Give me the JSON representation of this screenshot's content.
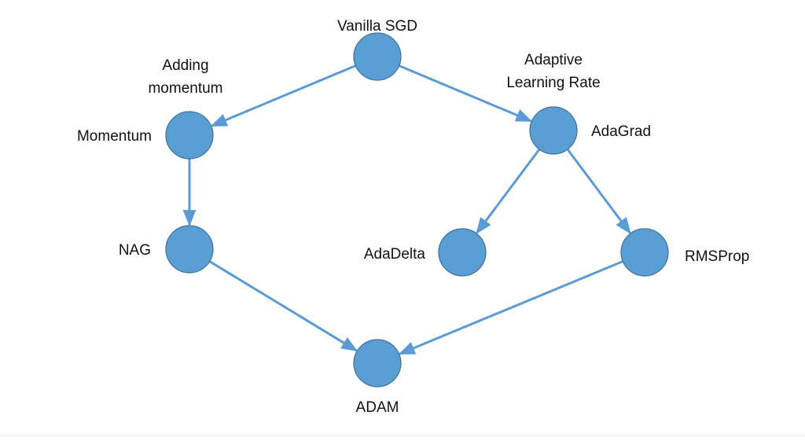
{
  "diagram": {
    "title": "Gradient descent optimizer family tree",
    "colors": {
      "node_fill": "#5a9fd4",
      "node_stroke": "#41719c",
      "edge": "#5b9bd5",
      "text": "#111111",
      "background": "#ffffff"
    },
    "nodes": [
      {
        "id": "sgd",
        "label": "Vanilla SGD"
      },
      {
        "id": "momentum",
        "label": "Momentum"
      },
      {
        "id": "adagrad",
        "label": "AdaGrad"
      },
      {
        "id": "nag",
        "label": "NAG"
      },
      {
        "id": "adadelta",
        "label": "AdaDelta"
      },
      {
        "id": "rmsprop",
        "label": "RMSProp"
      },
      {
        "id": "adam",
        "label": "ADAM"
      }
    ],
    "edges": [
      {
        "from": "sgd",
        "to": "momentum",
        "label": "Adding momentum"
      },
      {
        "from": "sgd",
        "to": "adagrad",
        "label": "Adaptive Learning Rate"
      },
      {
        "from": "momentum",
        "to": "nag",
        "label": ""
      },
      {
        "from": "adagrad",
        "to": "adadelta",
        "label": ""
      },
      {
        "from": "adagrad",
        "to": "rmsprop",
        "label": ""
      },
      {
        "from": "nag",
        "to": "adam",
        "label": ""
      },
      {
        "from": "rmsprop",
        "to": "adam",
        "label": ""
      }
    ],
    "annotations": {
      "adding_momentum": [
        "Adding",
        "momentum"
      ],
      "adaptive_lr": [
        "Adaptive",
        "Learning Rate"
      ]
    }
  }
}
